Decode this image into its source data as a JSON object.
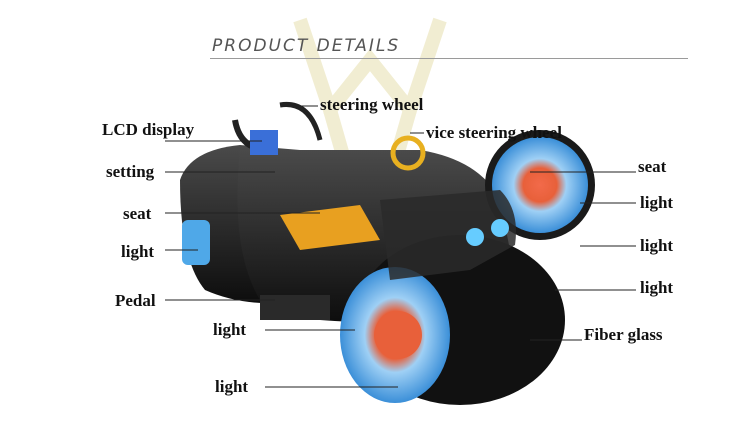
{
  "header": {
    "title": "PRODUCT DETAILS"
  },
  "labels": {
    "steering_wheel": "steering wheel",
    "lcd_display": "LCD display",
    "vice_steering_wheel": "vice steering wheel",
    "setting": "setting",
    "seat_left": "seat",
    "seat_right": "seat",
    "light_left_1": "light",
    "light_right_1": "light",
    "light_right_2": "light",
    "light_right_3": "light",
    "pedal": "Pedal",
    "light_left_2": "light",
    "fiber_glass": "Fiber glass",
    "light_left_3": "light"
  },
  "colors": {
    "body": "#1a1a1a",
    "seat": "#e8a020",
    "wheel_light": "#4fa8e8",
    "hub": "#e8603a",
    "watermark": "#e8e0b0"
  }
}
